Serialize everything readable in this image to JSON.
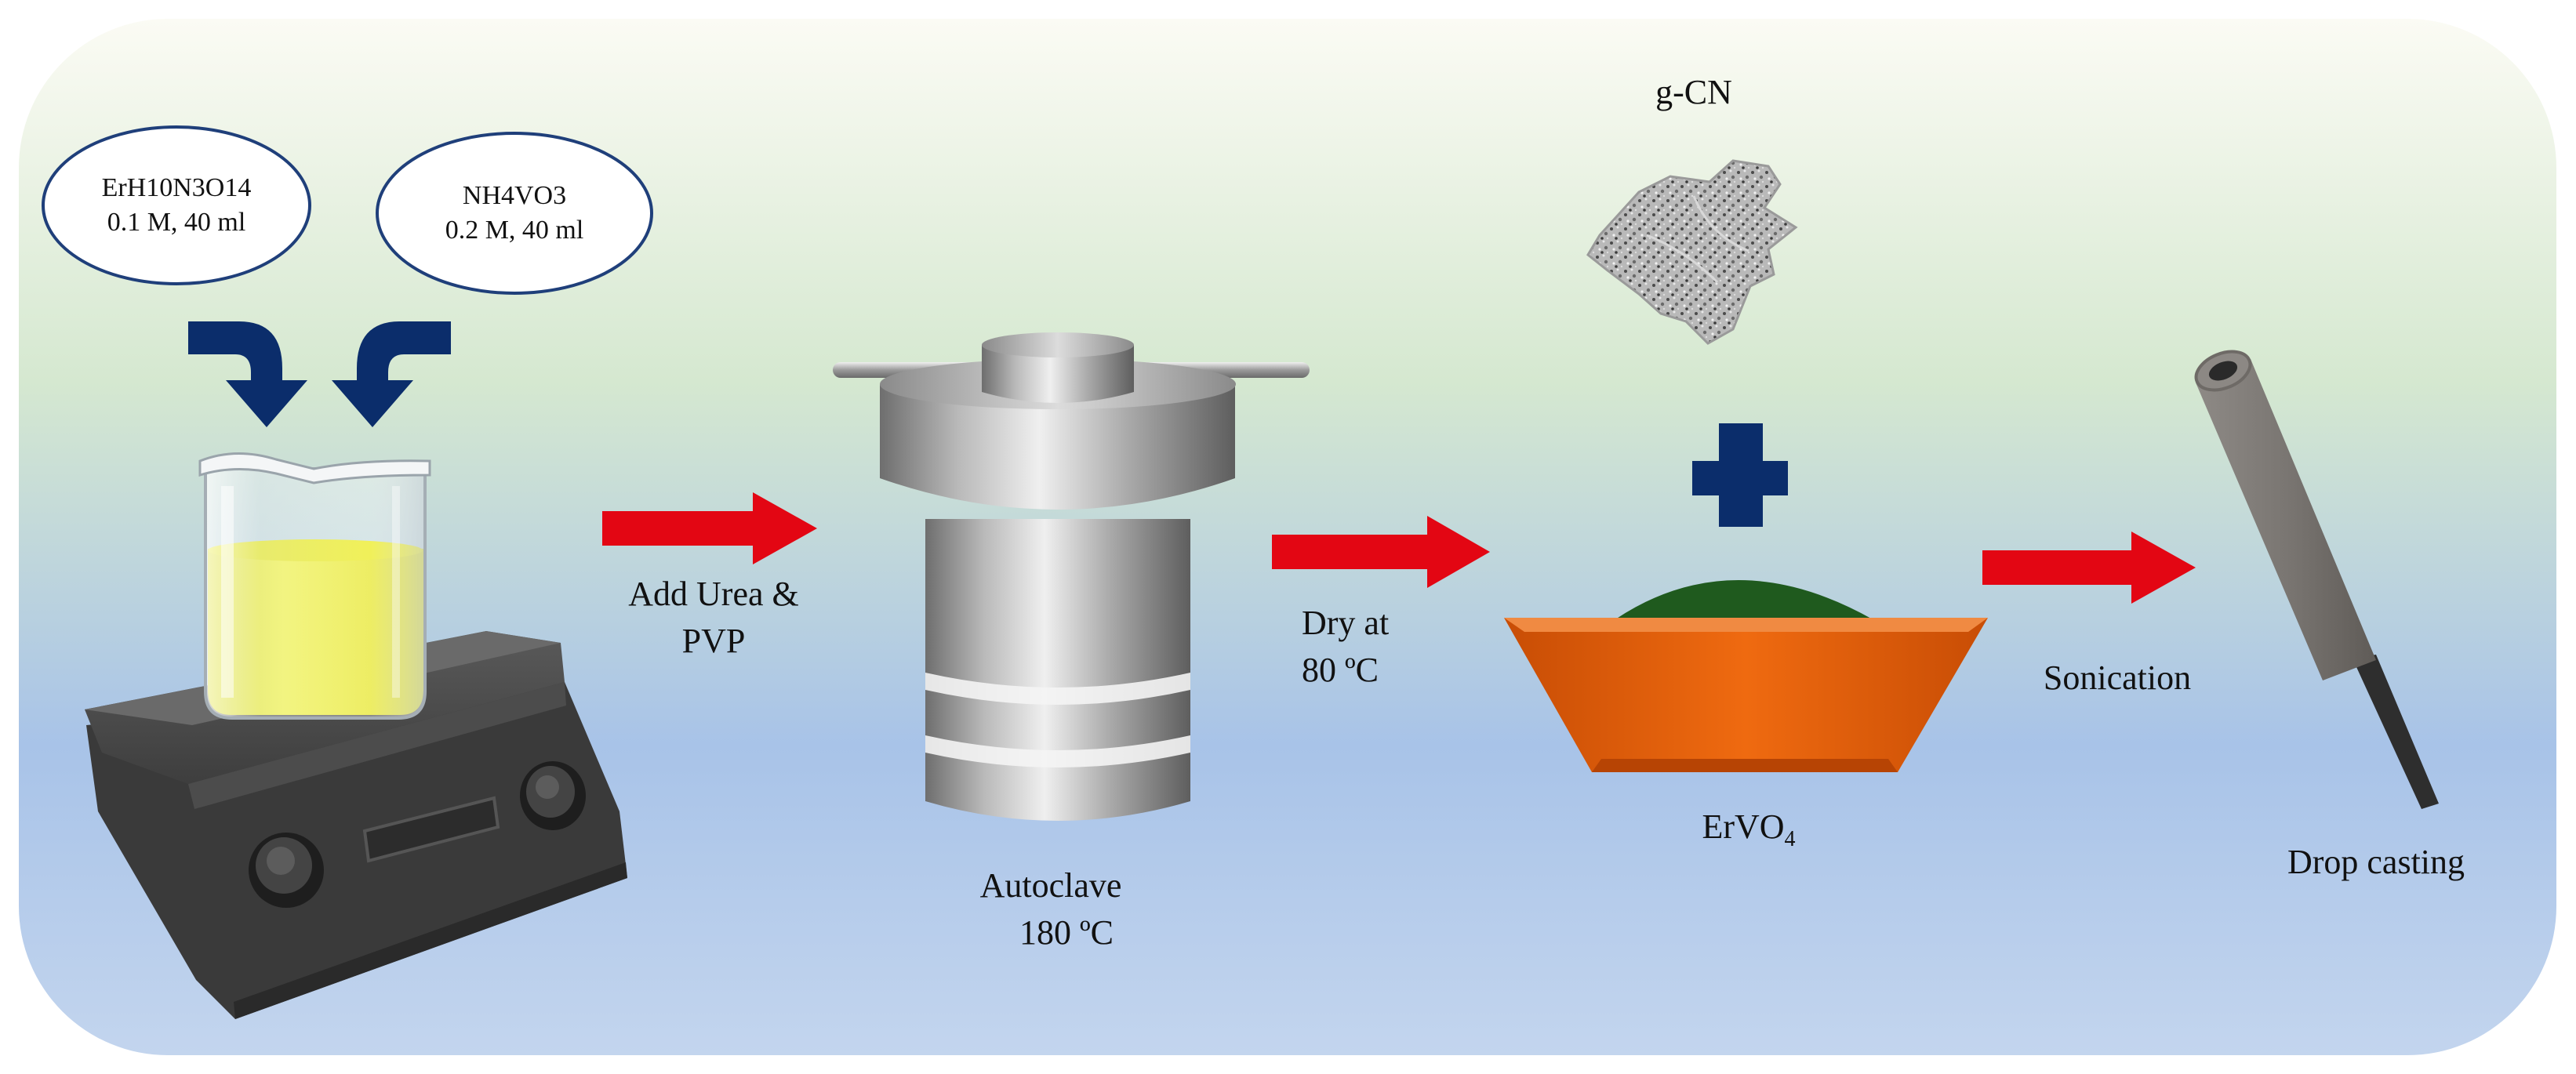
{
  "reagents": [
    {
      "name": "ErH10N3O14",
      "detail": "0.1 M, 40 ml"
    },
    {
      "name": "NH4VO3",
      "detail": "0.2 M, 40 ml"
    }
  ],
  "steps": {
    "add_line1": "Add Urea &",
    "add_line2": "PVP",
    "autoclave_line1": "Autoclave",
    "autoclave_line2": "180 ºC",
    "dry_line1": "Dry at",
    "dry_line2": "80 ºC",
    "gcn": "g-CN",
    "product_base": "ErVO",
    "product_sub": "4",
    "sonication": "Sonication",
    "drop_casting": "Drop casting"
  },
  "colors": {
    "arrow_red": "#e30613",
    "curved_arrow_navy": "#0b2d6b",
    "plus_navy": "#0b2d6b",
    "solution_yellow": "#f2f20a",
    "crucible_orange": "#e8620c",
    "product_green": "#1f5a1e"
  }
}
